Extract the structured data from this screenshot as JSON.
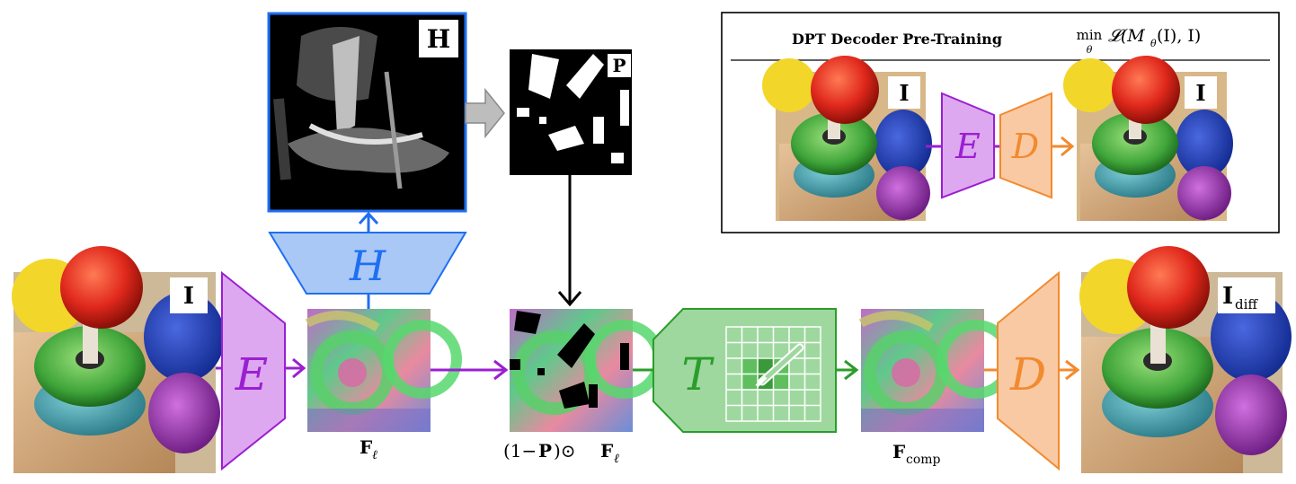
{
  "inset": {
    "title": "DPT Decoder Pre-Training",
    "objective_min": "min",
    "objective_sub": "θ",
    "objective_loss": "𝓛(M",
    "objective_loss_sub": "θ",
    "objective_loss_tail": "(I), I)",
    "input_tag": "I",
    "output_tag": "I",
    "encoder": "E",
    "decoder": "D"
  },
  "main": {
    "input_tag": "I",
    "encoder": "E",
    "head": "H",
    "heatmap_tag": "H",
    "mask_tag": "P",
    "transformer": "T",
    "decoder": "D",
    "output_tag_base": "I",
    "output_tag_sub": "diff",
    "feat_label": "F",
    "feat_label_sub": "ℓ",
    "masked_label_prefix": "(1−",
    "masked_label_P": "P",
    "masked_label_mid": ")⊙",
    "masked_label_F": "F",
    "masked_label_sub": "ℓ",
    "comp_label": "F",
    "comp_label_sub": "comp"
  },
  "colors": {
    "purple": "#9b1fd1",
    "purple_fill": "#dda8f0",
    "blue": "#1f6ff2",
    "blue_fill": "#a9c8f5",
    "green": "#2a9d2a",
    "green_fill": "#9fd89f",
    "orange": "#f28a2e",
    "orange_fill": "#f9c9a4",
    "gray_arrow": "#9a9a9a"
  }
}
